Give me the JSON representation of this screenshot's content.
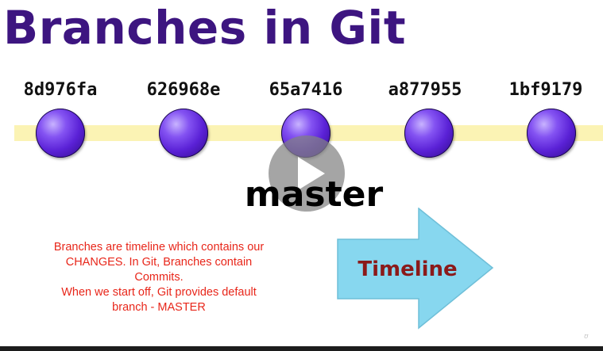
{
  "slide": {
    "title": "Branches in Git",
    "commits": [
      {
        "hash": "8d976fa"
      },
      {
        "hash": "626968e"
      },
      {
        "hash": "65a7416"
      },
      {
        "hash": "a877955"
      },
      {
        "hash": "1bf9179"
      }
    ],
    "branch_label": "master",
    "description_lines": [
      "Branches are timeline which contains our",
      "CHANGES. In Git, Branches contain",
      "Commits.",
      "When we start off, Git provides default",
      "branch - MASTER"
    ],
    "arrow_label": "Timeline"
  },
  "colors": {
    "title": "#3d1580",
    "timeline_band": "#fbf3b4",
    "commit_node": "#5a21d6",
    "description_text": "#e8261a",
    "arrow_fill": "#87d7ef",
    "arrow_label": "#8b1a1a"
  },
  "player": {
    "overlay_icon": "play-icon"
  }
}
